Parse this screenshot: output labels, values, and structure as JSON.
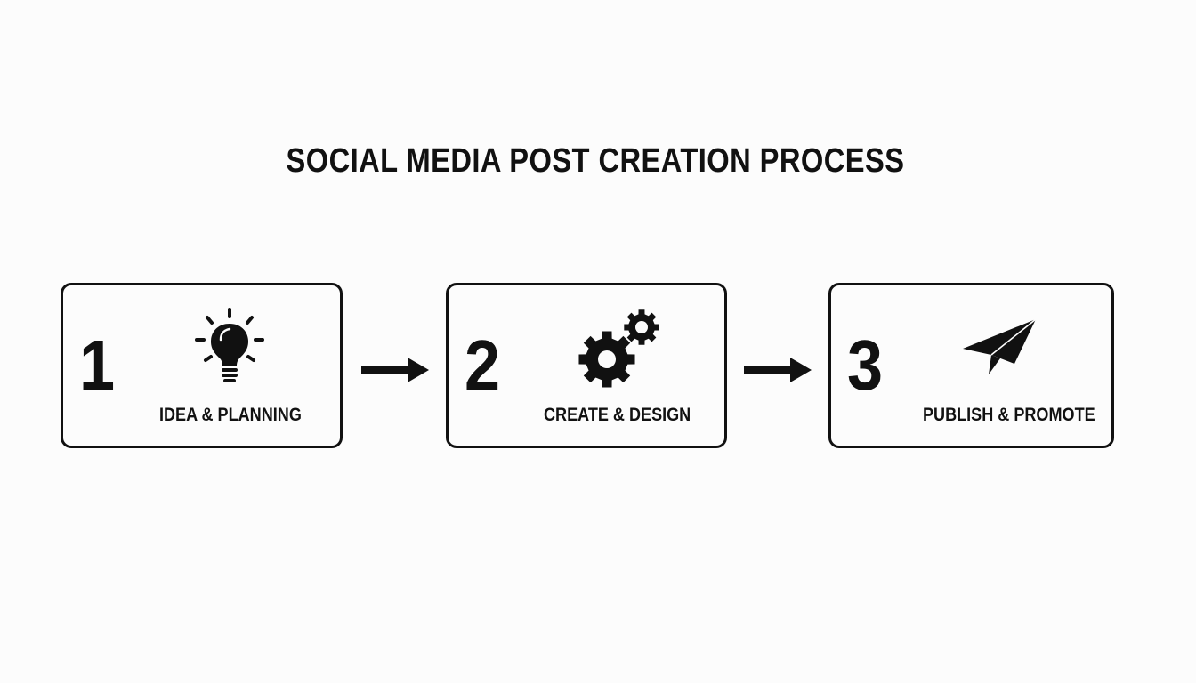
{
  "diagram": {
    "title": "SOCIAL MEDIA POST CREATION PROCESS",
    "steps": [
      {
        "number": "1",
        "label": "IDEA & PLANNING",
        "icon": "lightbulb-icon"
      },
      {
        "number": "2",
        "label": "CREATE & DESIGN",
        "icon": "gears-icon"
      },
      {
        "number": "3",
        "label": "PUBLISH & PROMOTE",
        "icon": "paper-plane-icon"
      }
    ],
    "connectors": [
      "arrow-right-icon",
      "arrow-right-icon"
    ],
    "colors": {
      "background": "#fcfcfc",
      "ink": "#111111"
    }
  }
}
